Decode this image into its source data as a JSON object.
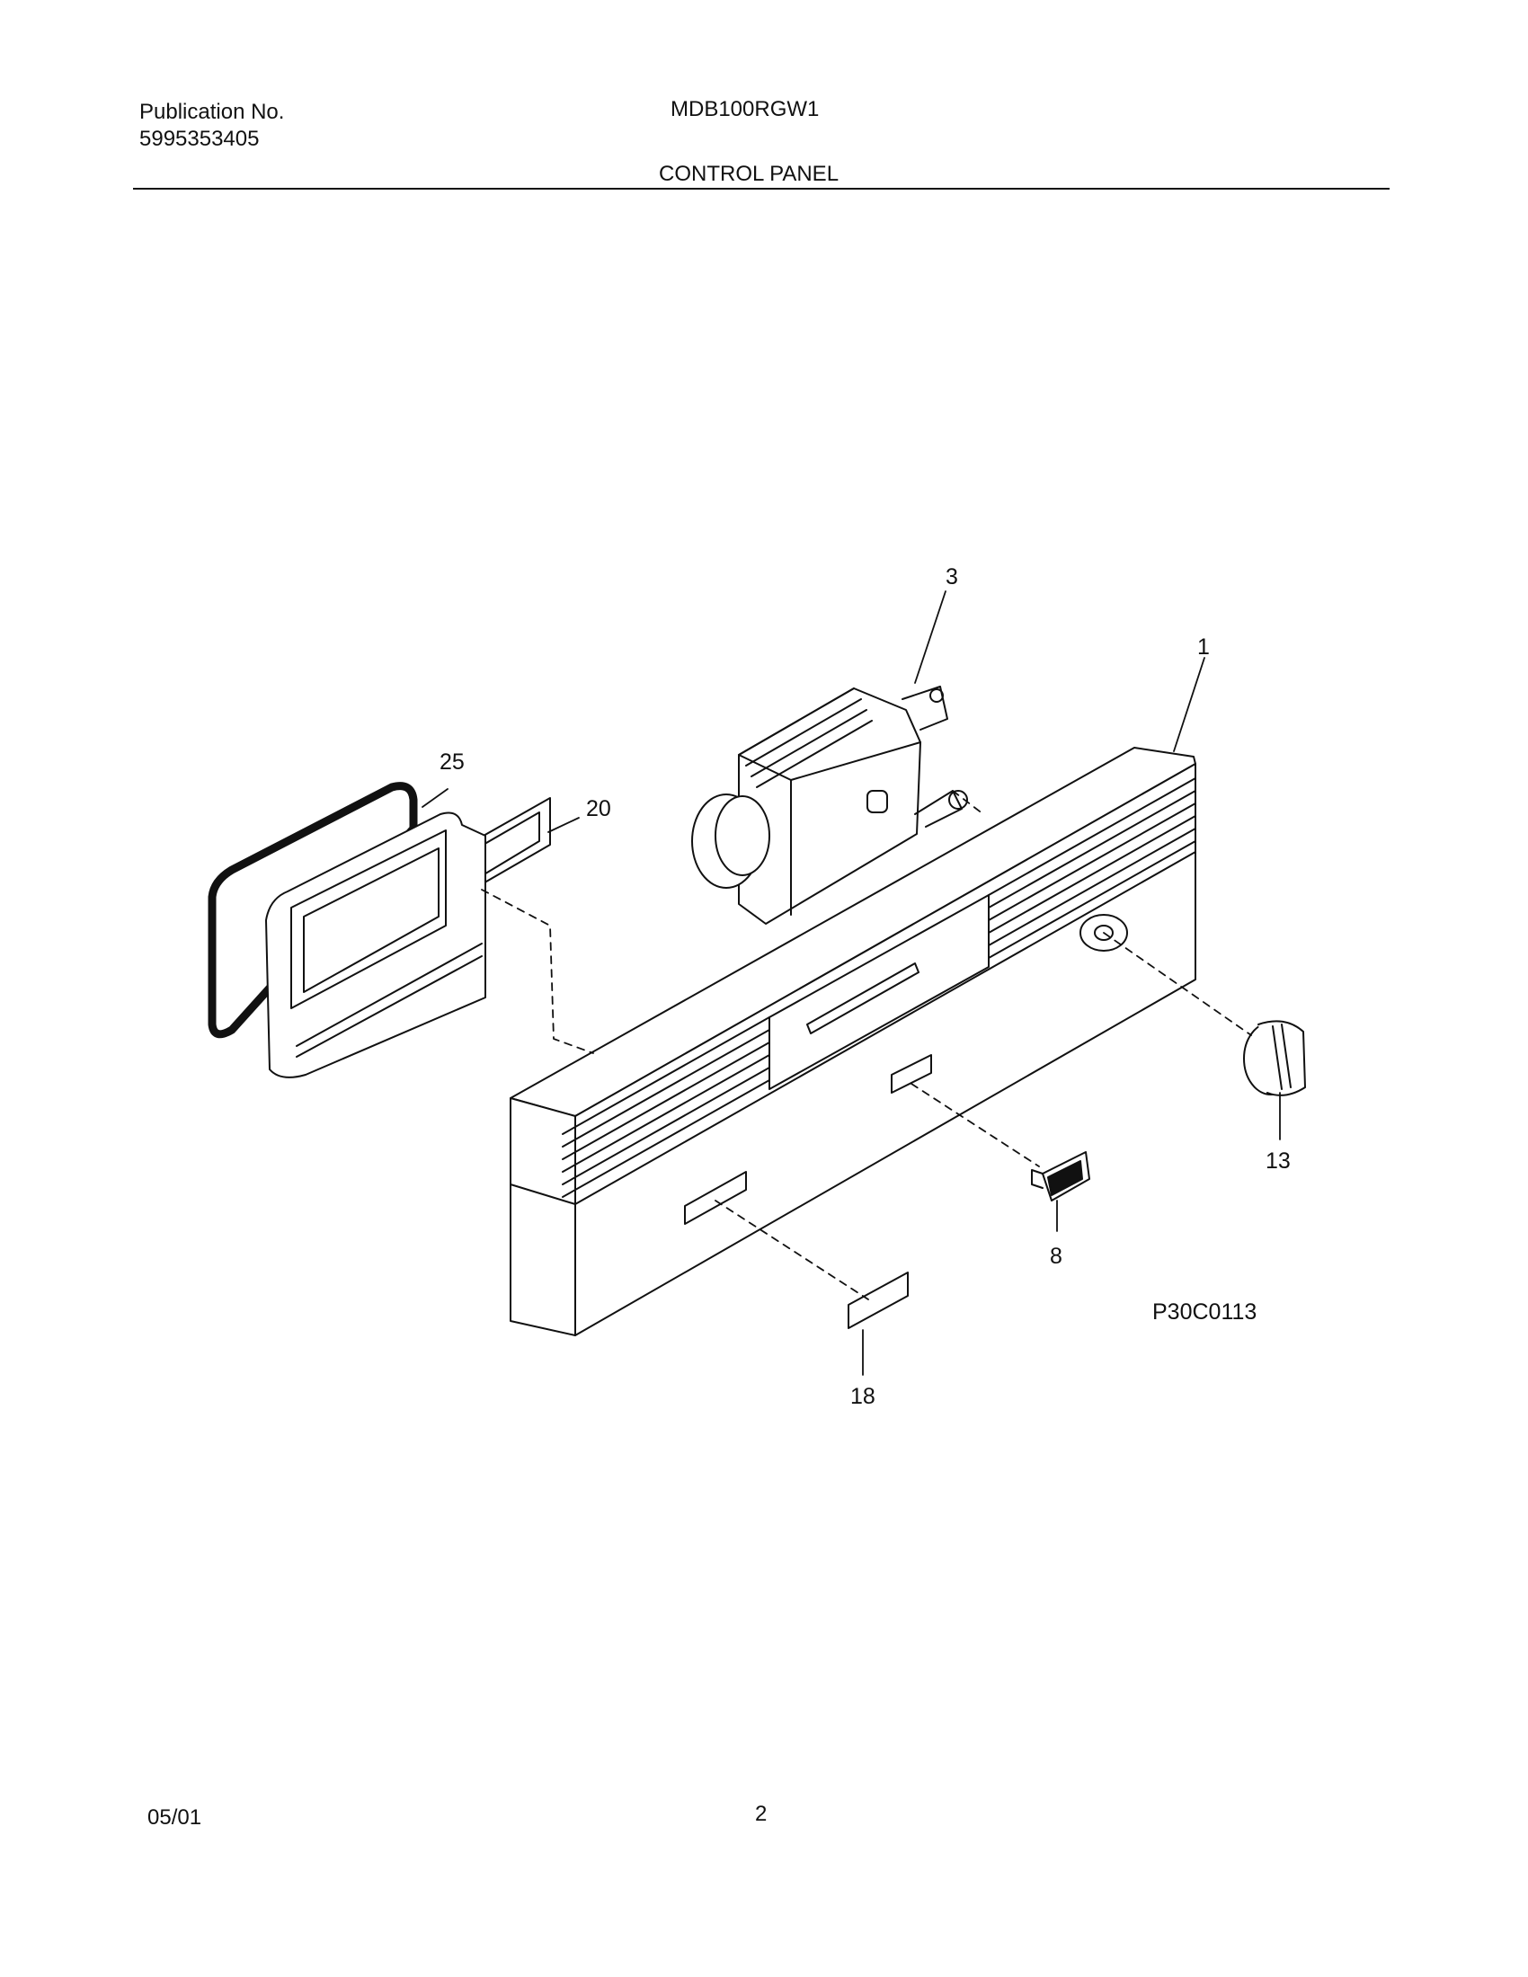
{
  "header": {
    "publication_label": "Publication No.",
    "publication_number": "5995353405",
    "model": "MDB100RGW1",
    "section_title": "CONTROL PANEL"
  },
  "diagram": {
    "figure_code": "P30C0113",
    "callouts": {
      "control_panel": "1",
      "timer": "3",
      "switch": "8",
      "knob": "13",
      "label": "18",
      "lens": "20",
      "gasket": "25"
    }
  },
  "footer": {
    "date": "05/01",
    "page_number": "2"
  }
}
